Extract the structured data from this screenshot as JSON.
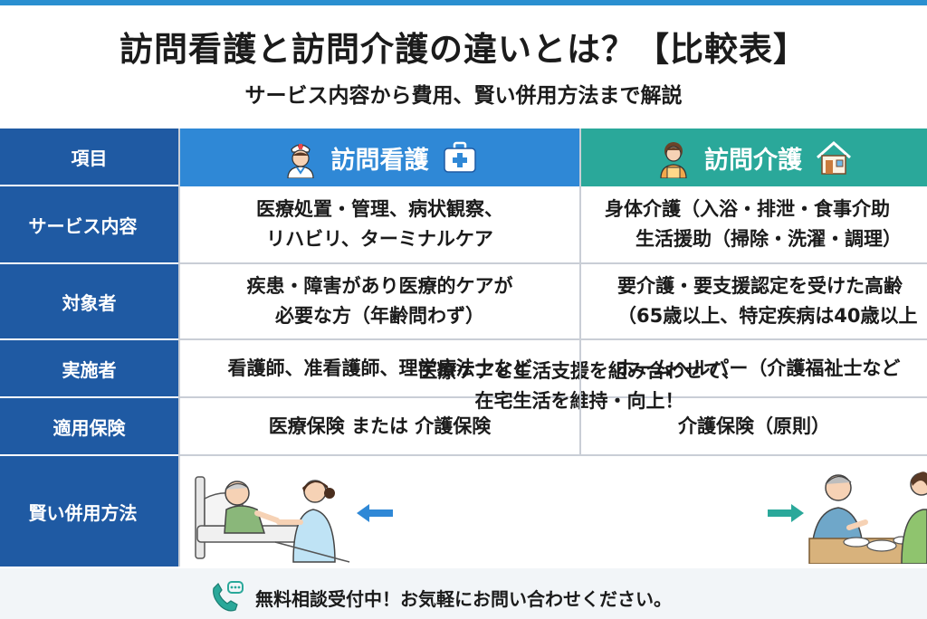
{
  "header": {
    "title": "訪問看護と訪問介護の違いとは？【比較表】",
    "subtitle": "サービス内容から費用、賢い併用方法まで解説"
  },
  "table": {
    "item_header": "項目",
    "nursing_header": "訪問看護",
    "care_header": "訪問介護",
    "rows": [
      {
        "label": "サービス内容",
        "nursing_line1": "医療処置・管理、病状観察、",
        "nursing_line2": "リハビリ、ターミナルケア",
        "care_line1": "身体介護（入浴・排泄・食事介助",
        "care_line2": "生活援助（掃除・洗濯・調理）"
      },
      {
        "label": "対象者",
        "nursing_line1": "疾患・障害があり医療的ケアが",
        "nursing_line2": "必要な方（年齢問わず）",
        "care_line1": "要介護・要支援認定を受けた高齢",
        "care_line2": "（65歳以上、特定疾病は40歳以上"
      },
      {
        "label": "実施者",
        "nursing_line1": "看護師、准看護師、理学療法士など",
        "care_line1": "ホームヘルパー（介護福祉士など"
      },
      {
        "label": "適用保険",
        "nursing_line1": "医療保険 または 介護保険",
        "care_line1": "介護保険（原則）"
      }
    ],
    "combo": {
      "label": "賢い併用方法",
      "line1": "医療ケアと生活支援を組み合わせて、",
      "line2": "在宅生活を維持・向上！"
    }
  },
  "footer": {
    "text": "無料相談受付中！お気軽にお問い合わせください。"
  },
  "icons": {
    "nurse": "nurse-icon",
    "medical_box": "medical-kit-icon",
    "caregiver": "caregiver-icon",
    "house": "house-icon",
    "phone": "phone-chat-icon"
  },
  "colors": {
    "row_header": "#1f5aa3",
    "nursing_header": "#2f88d6",
    "care_header": "#2aa89a",
    "accent_blue_arrow": "#2f88d6",
    "accent_teal_arrow": "#2aa89a"
  }
}
